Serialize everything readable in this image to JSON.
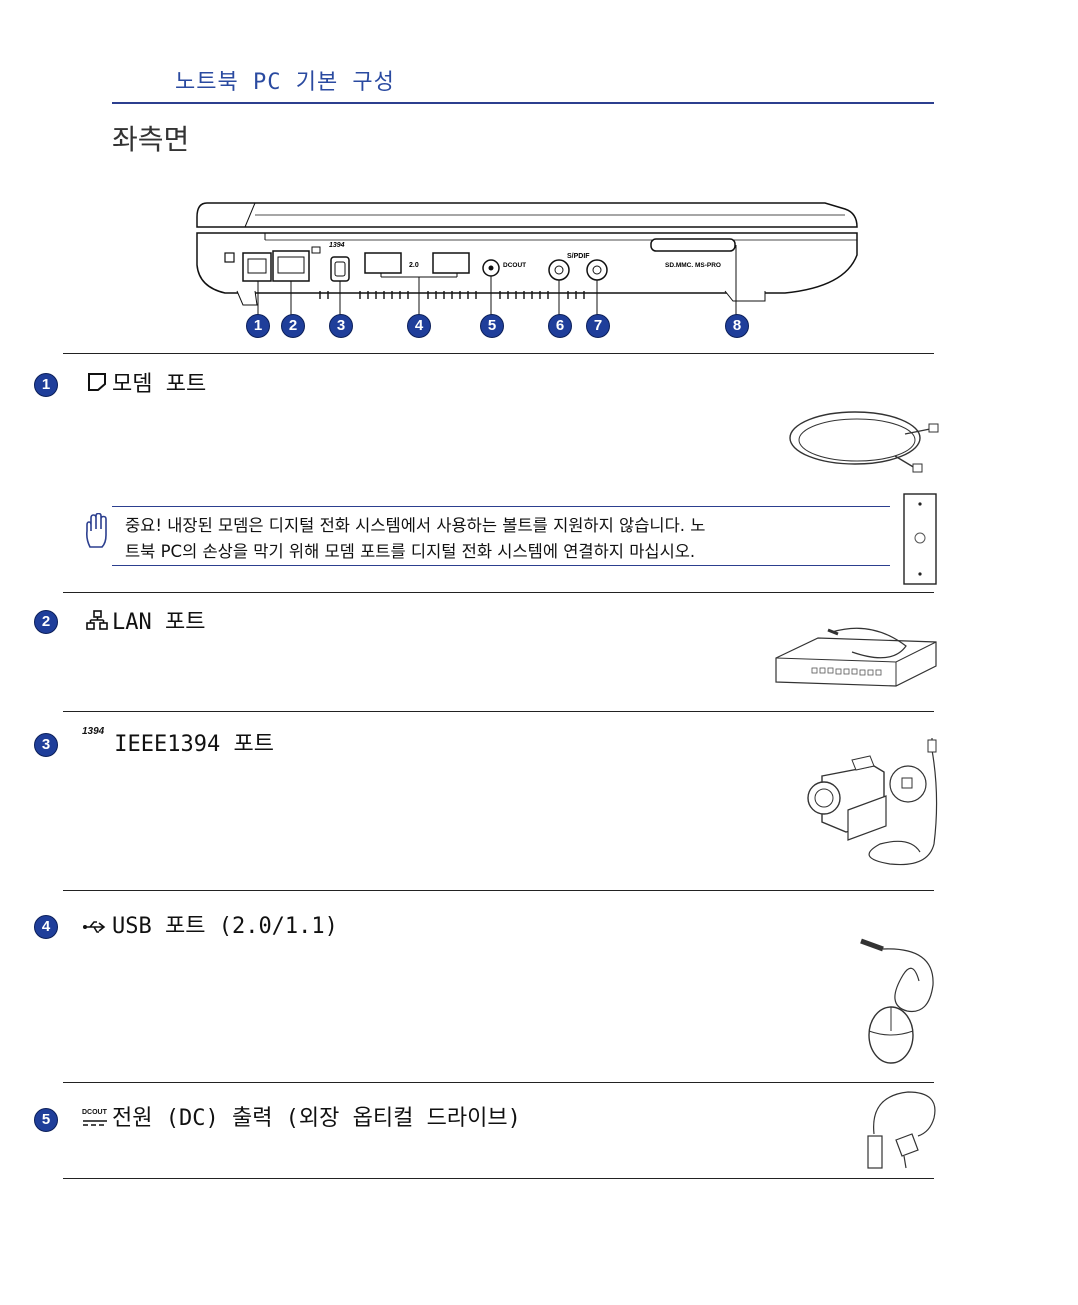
{
  "header": {
    "chapter": "노트북 PC 기본 구성",
    "title": "좌측면"
  },
  "diagram": {
    "labels": {
      "usb": "2.0",
      "dcout": "DCOUT",
      "spdif": "S/PDIF",
      "cardreader": "SD.MMC. MS-PRO",
      "ieee": "1394"
    },
    "callouts": [
      "1",
      "2",
      "3",
      "4",
      "5",
      "6",
      "7",
      "8"
    ]
  },
  "sections": [
    {
      "num": "1",
      "title": "모뎀 포트",
      "icon": "modem-icon"
    },
    {
      "num": "2",
      "title": "LAN 포트",
      "icon": "lan-icon"
    },
    {
      "num": "3",
      "title": "IEEE1394 포트",
      "icon": "ieee1394-icon",
      "icon_text": "1394"
    },
    {
      "num": "4",
      "title": "USB 포트 (2.0/1.1)",
      "icon": "usb-icon"
    },
    {
      "num": "5",
      "title": "전원 (DC) 출력 (외장 옵티컬 드라이브)",
      "icon": "dcout-icon",
      "icon_text": "DCOUT"
    }
  ],
  "note": {
    "icon": "hand-icon",
    "line1": "중요! 내장된 모뎀은 디지털 전화 시스템에서 사용하는 볼트를 지원하지 않습니다. 노",
    "line2": "트북 PC의 손상을 막기 위해 모뎀 포트를 디지털 전화 시스템에 연결하지 마십시오."
  }
}
